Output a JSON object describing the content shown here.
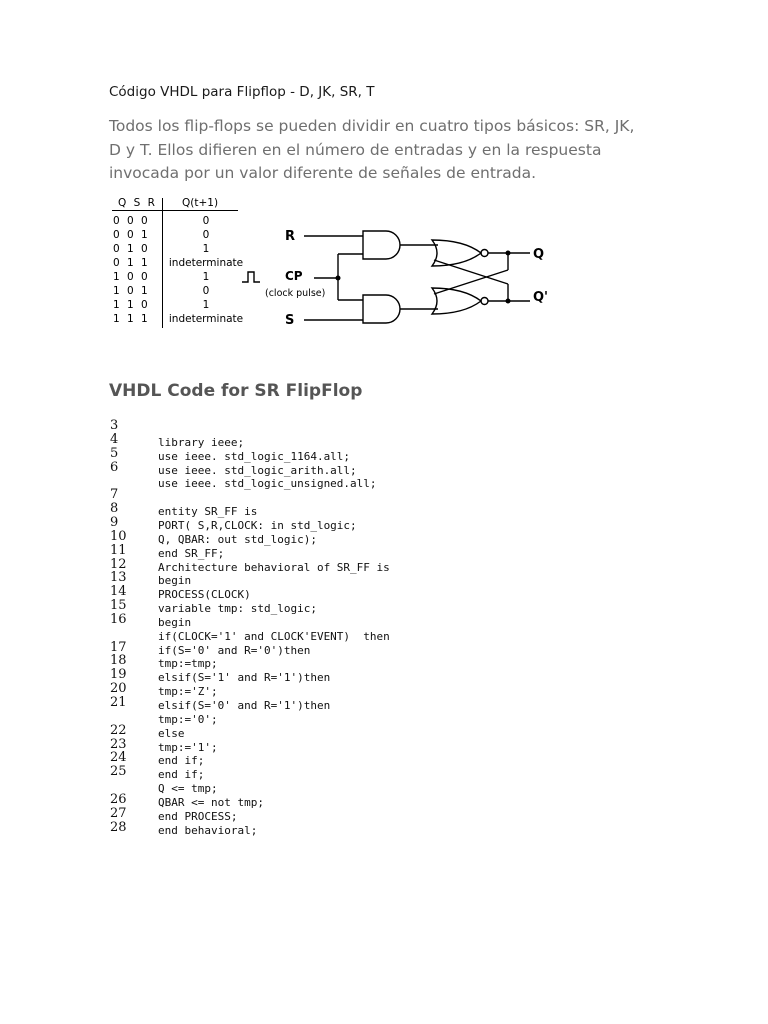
{
  "document": {
    "title": "Código VHDL para Flipflop - D, JK, SR, T",
    "intro_lines": [
      "Todos los flip-flops se pueden dividir en cuatro tipos básicos: SR, JK,",
      "D y T. Ellos difieren en el número de entradas y en la respuesta",
      "invocada por un valor diferente de señales de entrada."
    ]
  },
  "figure": {
    "truth_table": {
      "headers": [
        "Q S R",
        "Q(t+1)"
      ],
      "rows": [
        {
          "in": "0 0 0",
          "out": "0"
        },
        {
          "in": "0 0 1",
          "out": "0"
        },
        {
          "in": "0 1 0",
          "out": "1"
        },
        {
          "in": "0 1 1",
          "out": "indeterminate"
        },
        {
          "in": "1 0 0",
          "out": "1"
        },
        {
          "in": "1 0 1",
          "out": "0"
        },
        {
          "in": "1 1 0",
          "out": "1"
        },
        {
          "in": "1 1 1",
          "out": "indeterminate"
        }
      ]
    },
    "circuit": {
      "input_r": "R",
      "input_cp": "CP",
      "clock_note": "(clock pulse)",
      "input_s": "S",
      "output_q": "Q",
      "output_qbar": "Q'"
    }
  },
  "code_section": {
    "heading": "VHDL Code for SR FlipFlop",
    "lines": [
      {
        "num": "3",
        "code": ""
      },
      {
        "num": "4",
        "code": "library ieee;"
      },
      {
        "num": "5",
        "code": "use ieee. std_logic_1164.all;"
      },
      {
        "num": "6",
        "code": "use ieee. std_logic_arith.all;"
      },
      {
        "num": "",
        "code": "use ieee. std_logic_unsigned.all;"
      },
      {
        "num": "7",
        "code": ""
      },
      {
        "num": "8",
        "code": "entity SR_FF is"
      },
      {
        "num": "9",
        "code": "PORT( S,R,CLOCK: in std_logic;"
      },
      {
        "num": "10",
        "code": "Q, QBAR: out std_logic);"
      },
      {
        "num": "11",
        "code": "end SR_FF;"
      },
      {
        "num": "12",
        "code": "Architecture behavioral of SR_FF is"
      },
      {
        "num": "13",
        "code": "begin"
      },
      {
        "num": "14",
        "code": "PROCESS(CLOCK)"
      },
      {
        "num": "15",
        "code": "variable tmp: std_logic;"
      },
      {
        "num": "16",
        "code": "begin"
      },
      {
        "num": "",
        "code": "if(CLOCK='1' and CLOCK'EVENT)  then"
      },
      {
        "num": "17",
        "code": "if(S='0' and R='0')then"
      },
      {
        "num": "18",
        "code": "tmp:=tmp;"
      },
      {
        "num": "19",
        "code": "elsif(S='1' and R='1')then"
      },
      {
        "num": "20",
        "code": "tmp:='Z';"
      },
      {
        "num": "21",
        "code": "elsif(S='0' and R='1')then"
      },
      {
        "num": "",
        "code": "tmp:='0';"
      },
      {
        "num": "22",
        "code": "else"
      },
      {
        "num": "23",
        "code": "tmp:='1';"
      },
      {
        "num": "24",
        "code": "end if;"
      },
      {
        "num": "25",
        "code": "end if;"
      },
      {
        "num": "",
        "code": "Q <= tmp;"
      },
      {
        "num": "26",
        "code": "QBAR <= not tmp;"
      },
      {
        "num": "27",
        "code": "end PROCESS;"
      },
      {
        "num": "28",
        "code": "end behavioral;"
      }
    ]
  }
}
